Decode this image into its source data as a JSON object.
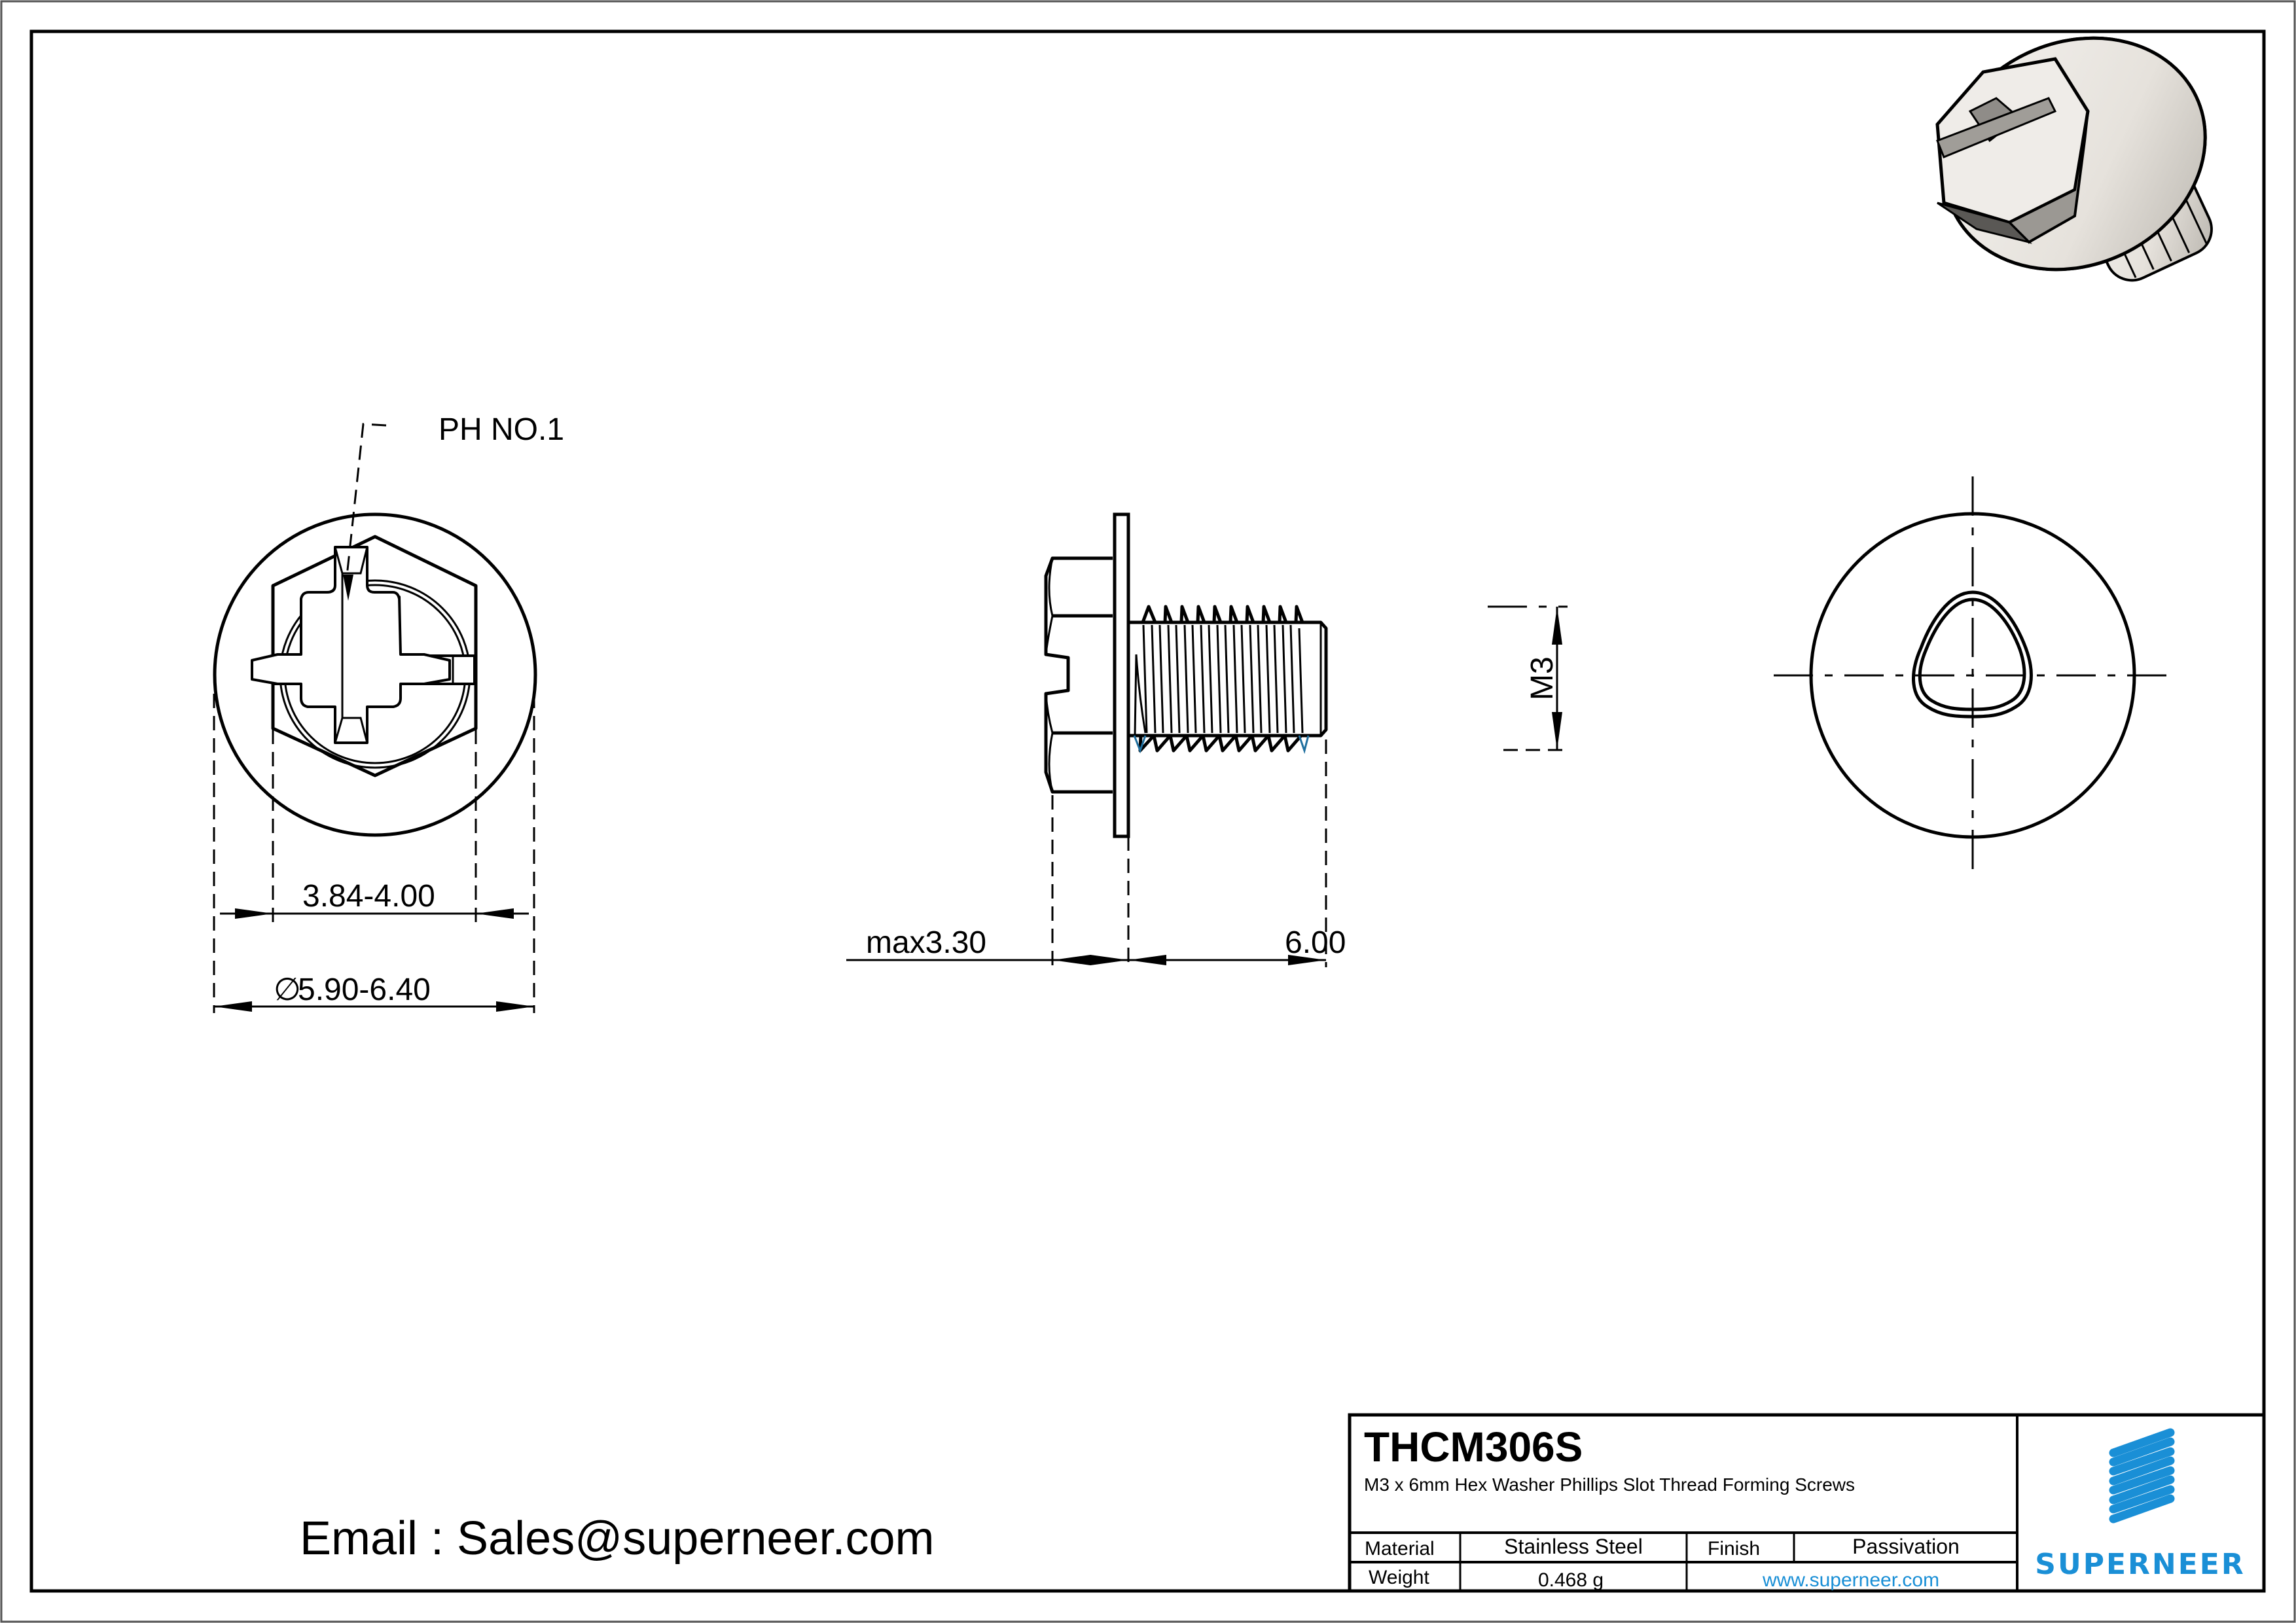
{
  "drawing": {
    "left_view": {
      "callout": "PH NO.1",
      "hex_dim": "3.84-4.00",
      "washer_dim_symbol": "∅",
      "washer_dim": "5.90-6.40"
    },
    "side_view": {
      "head_height_dim": "max3.30",
      "length_dim": "6.00",
      "thread_dim": "M3"
    },
    "right_view": {
      "description": "End view with trilobular thread-forming profile"
    },
    "iso_view": {
      "description": "3D render of hex washer phillips slot screw"
    }
  },
  "contact": {
    "email_line": "Email : Sales@superneer.com"
  },
  "title_block": {
    "part_number": "THCM306S",
    "description": "M3 x 6mm Hex Washer Phillips Slot Thread Forming  Screws",
    "material_label": "Material",
    "material_value": "Stainless Steel",
    "finish_label": "Finish",
    "finish_value": "Passivation",
    "weight_label": "Weight",
    "weight_value": "0.468 g",
    "website": "www.superneer.com",
    "brand": "SUPERNEER",
    "brand_color": "#1a8fd6"
  }
}
